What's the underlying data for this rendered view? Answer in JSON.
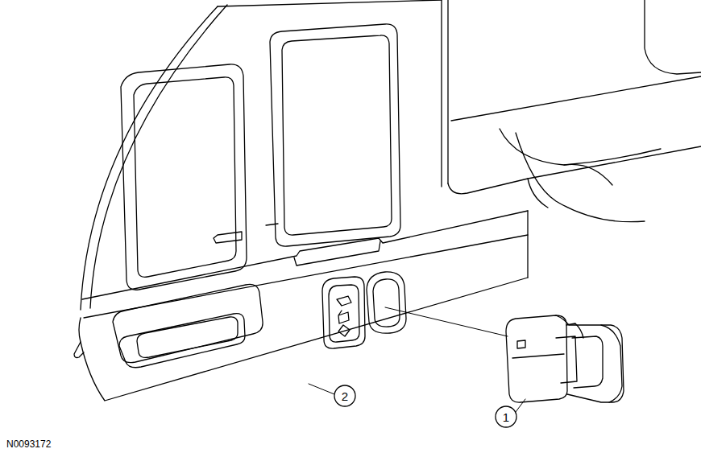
{
  "diagram": {
    "labels": [
      "1",
      "2",
      "N0093172"
    ]
  }
}
